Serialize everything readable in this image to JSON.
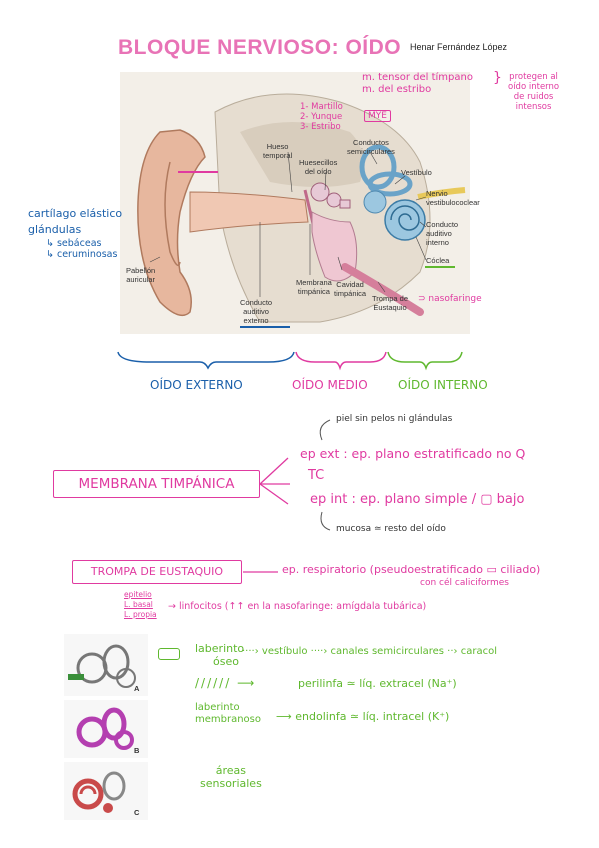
{
  "header": {
    "title": "BLOQUE NERVIOSO: OÍDO",
    "author": "Henar Fernández López"
  },
  "ear_figure": {
    "labels": {
      "hueso_temporal": [
        "Hueso",
        "temporal"
      ],
      "huesecillos": [
        "Huesecillos",
        "del oído"
      ],
      "conductos_semi": [
        "Conductos",
        "semicirculares"
      ],
      "vestibulo": "Vestíbulo",
      "nervio": [
        "Nervio",
        "vestibulococlear"
      ],
      "conducto_interno": [
        "Conducto",
        "auditivo",
        "interno"
      ],
      "coclea": "Cóclea",
      "pabellon": [
        "Pabellón",
        "auricular"
      ],
      "conducto_externo": [
        "Conducto",
        "auditivo",
        "externo"
      ],
      "membrana": [
        "Membrana",
        "timpánica"
      ],
      "cavidad": [
        "Cavidad",
        "timpánica"
      ],
      "trompa": [
        "Trompa de",
        "Eustaquio"
      ]
    },
    "notes": {
      "musculos": [
        "m. tensor del tímpano",
        "m. del estribo"
      ],
      "protegen": [
        "protegen al",
        "oído interno",
        "de ruidos",
        "intensos"
      ],
      "huesos": [
        "1- Martillo",
        "2- Yunque",
        "3- Estribo"
      ],
      "mye": "MYE",
      "cartilago": [
        "cartílago elástico",
        "glándulas"
      ],
      "glandulas": [
        "sebáceas",
        "ceruminosas"
      ],
      "nasofaringe": "nasofaringe"
    }
  },
  "regions": {
    "externo": "OÍDO EXTERNO",
    "medio": "OÍDO MEDIO",
    "interno": "OÍDO INTERNO"
  },
  "membrana": {
    "label": "MEMBRANA TIMPÁNICA",
    "piel": "piel sin pelos ni glándulas",
    "ep_ext": "ep ext : ep. plano estratificado no Q",
    "tc": "TC",
    "ep_int": "ep int : ep. plano simple / ▢ bajo",
    "mucosa": "mucosa ≃ resto del oído"
  },
  "trompa": {
    "label": "TROMPA DE EUSTAQUIO",
    "ep": "ep. respiratorio (pseudoestratificado ▭ ciliado)",
    "cel": "con cél caliciformes",
    "layers": [
      "epitelio",
      "L. basal",
      "L. propia"
    ],
    "linfocitos": "linfocitos (↑↑ en la nasofaringe: amígdala tubárica)"
  },
  "laberinto": {
    "oseo": [
      "laberinto",
      "óseo"
    ],
    "oseo_parts": "vestíbulo ····› canales semicirculares ··› caracol",
    "perilinfa": "perilinfa ≃ líq. extracel (Na⁺)",
    "membranoso": [
      "laberinto",
      "membranoso"
    ],
    "endolinfa": "endolinfa ≃ líq. intracel (K⁺)",
    "areas": [
      "áreas",
      "sensoriales"
    ]
  },
  "thumb_letters": [
    "A",
    "B",
    "C"
  ]
}
